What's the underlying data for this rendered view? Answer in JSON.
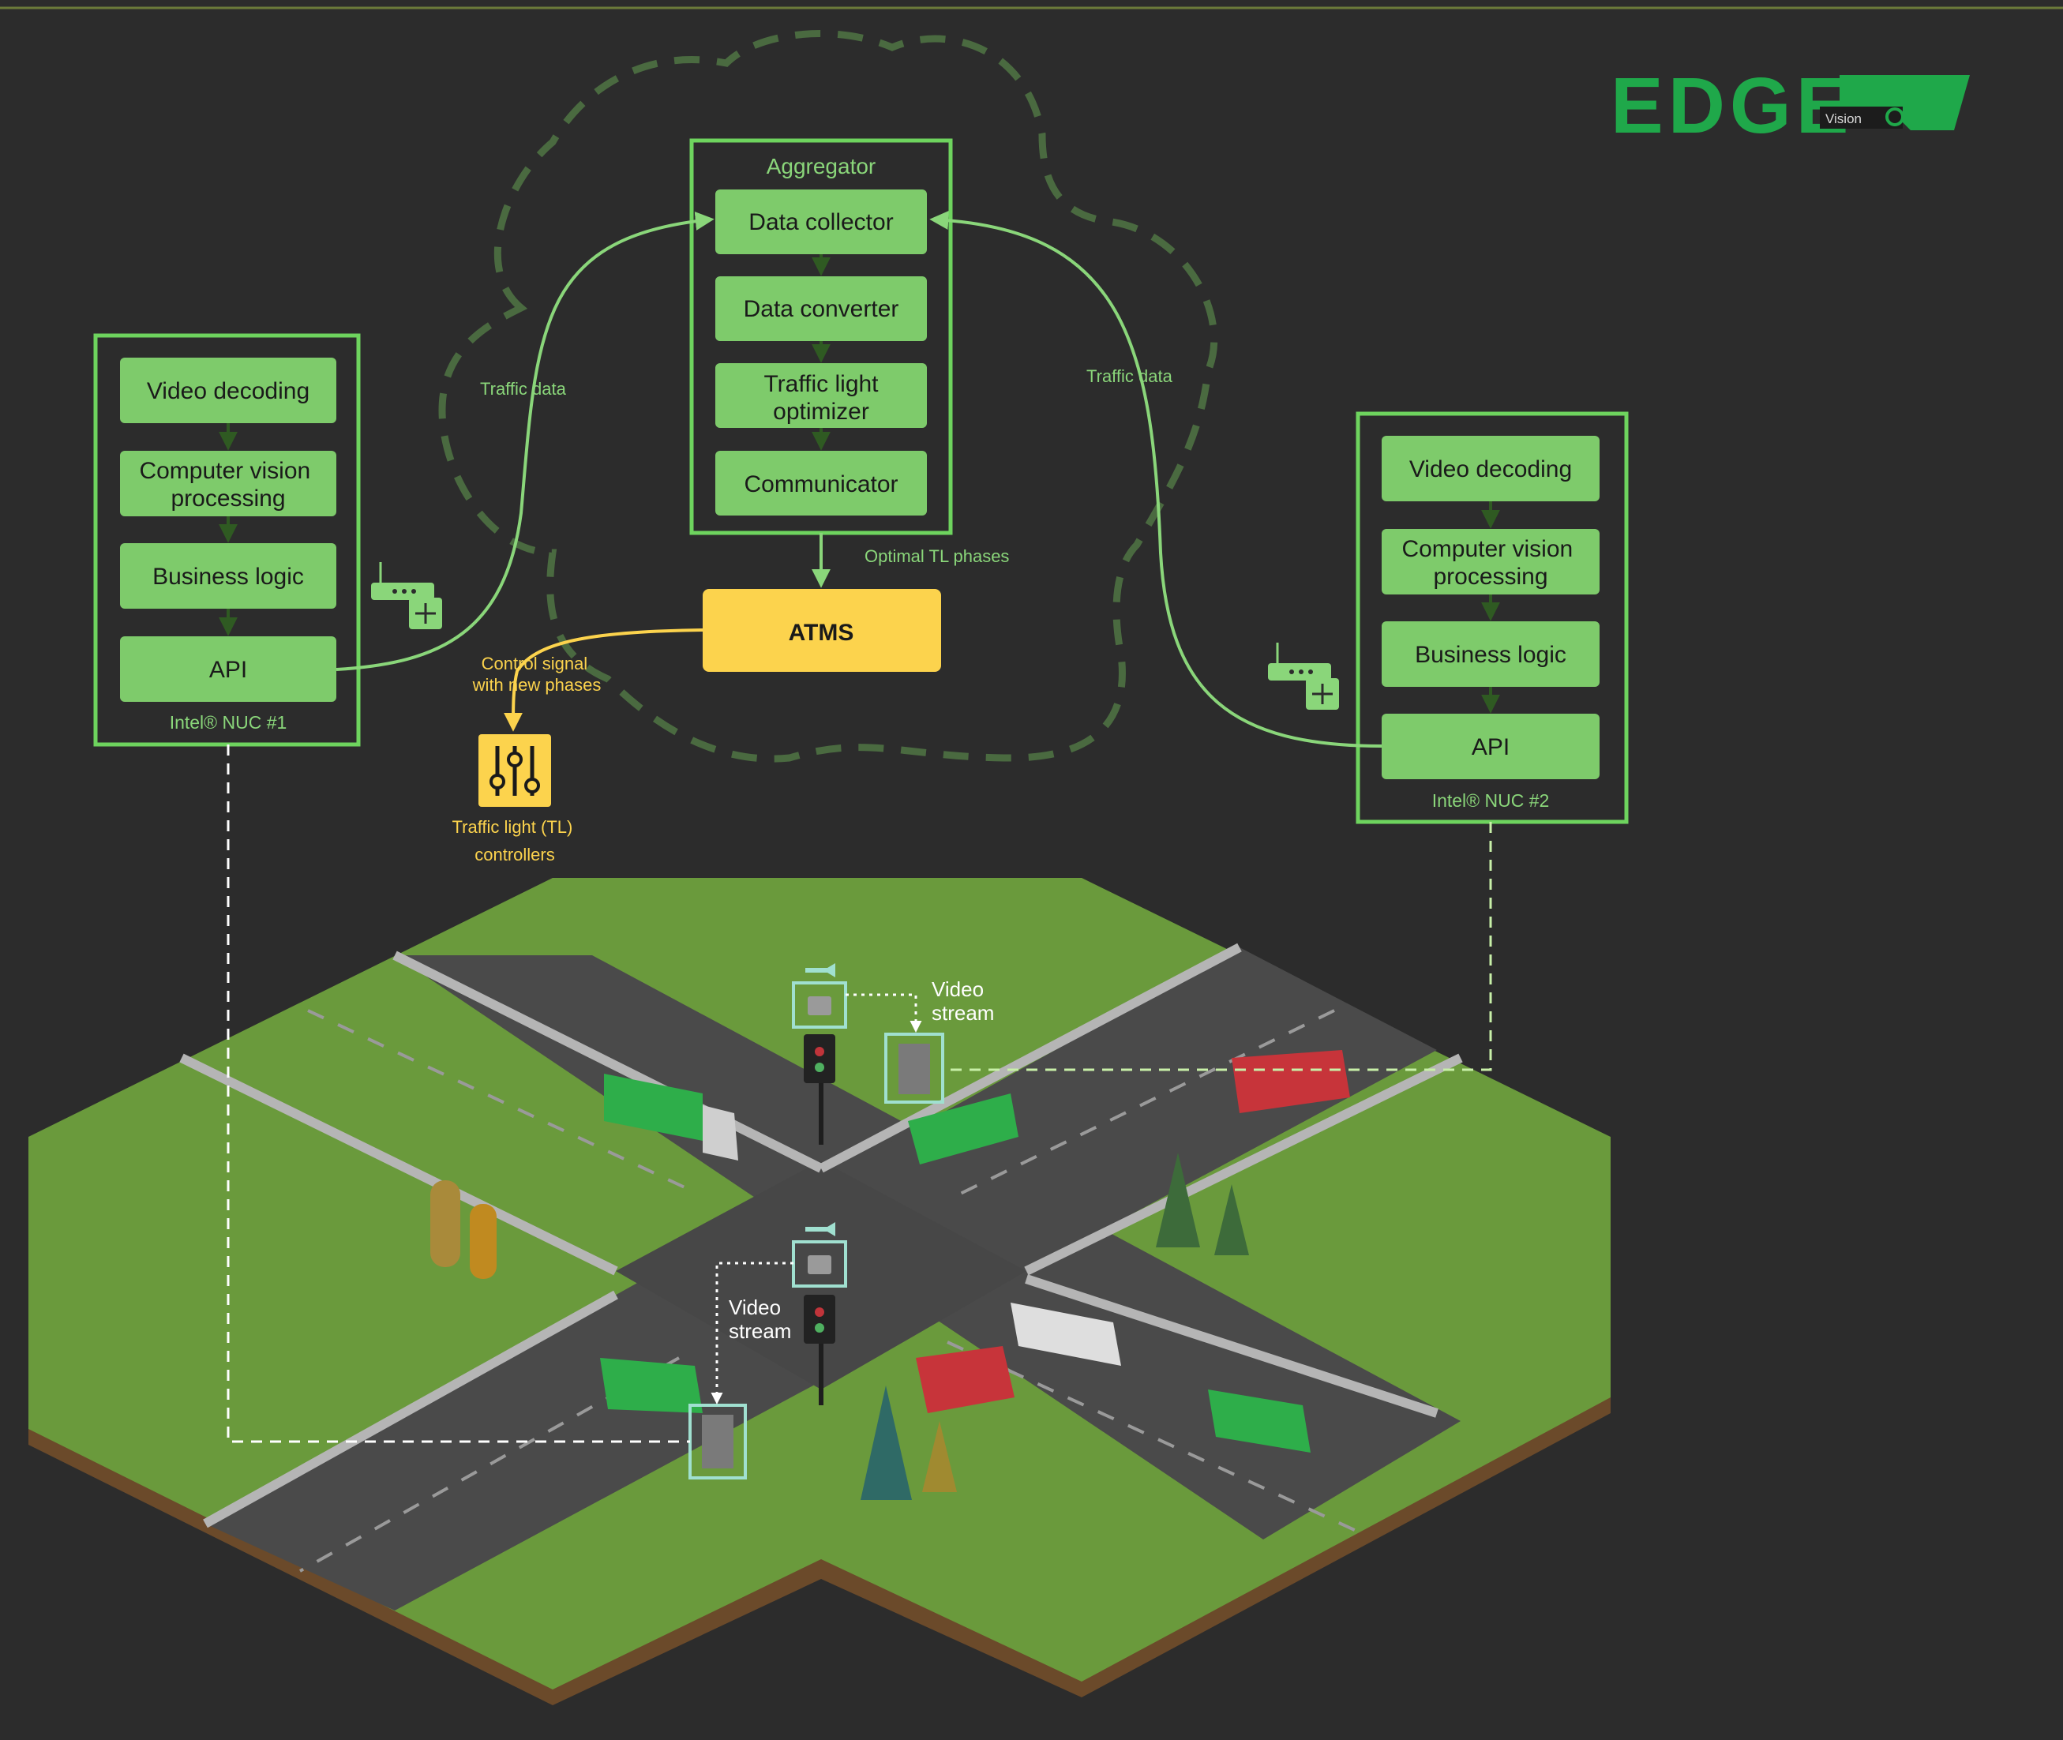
{
  "logo": {
    "text": "EDGE",
    "tagline": "Vision"
  },
  "aggregator": {
    "title": "Aggregator",
    "modules": [
      "Data collector",
      "Data converter",
      "Traffic light optimizer",
      "Communicator"
    ]
  },
  "nuc1": {
    "label": "Intel® NUC #1",
    "modules": [
      "Video decoding",
      "Computer vision processing",
      "Business logic",
      "API"
    ]
  },
  "nuc2": {
    "label": "Intel® NUC #2",
    "modules": [
      "Video decoding",
      "Computer vision processing",
      "Business logic",
      "API"
    ]
  },
  "atms": {
    "label": "ATMS"
  },
  "edges": {
    "traffic_data_left": "Traffic data",
    "traffic_data_right": "Traffic data",
    "optimal_tl_phases": "Optimal TL phases",
    "control_signal": "Control signal with new phases"
  },
  "controllers": {
    "label": "Traffic light (TL) controllers"
  },
  "video_stream_top": "Video stream",
  "video_stream_bottom": "Video stream",
  "colors": {
    "background": "#2c2c2c",
    "green_box": "#7ecb6b",
    "green_border": "#6ed45e",
    "atms_yellow": "#fcd34d",
    "cloud_dash": "#4a6a40",
    "brand_green": "#1fa84a"
  }
}
